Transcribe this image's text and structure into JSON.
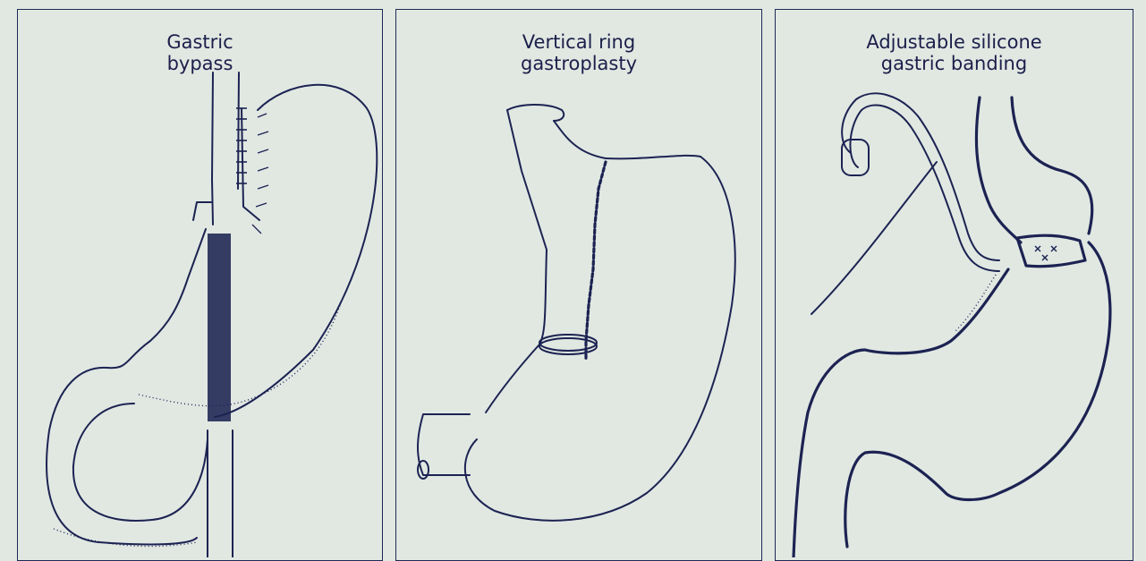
{
  "panels": [
    {
      "title": "Gastric\nbypass"
    },
    {
      "title": "Vertical ring\ngastroplasty"
    },
    {
      "title": "Adjustable silicone\ngastric banding"
    }
  ],
  "colors": {
    "background": "#e1e8e2",
    "ink": "#1c2352",
    "border": "#1f2a55"
  }
}
